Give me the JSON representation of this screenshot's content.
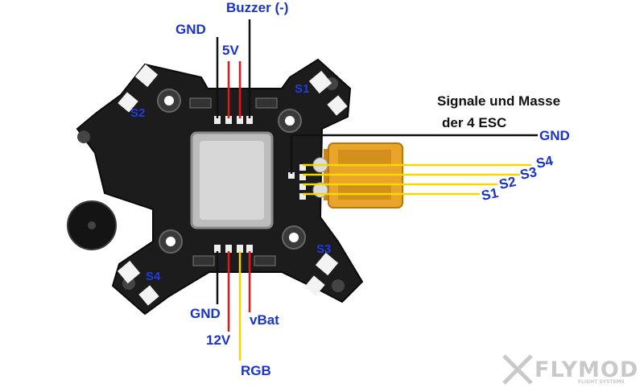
{
  "labels": {
    "buzzer_neg": "Buzzer (-)",
    "gnd_top": "GND",
    "five_v": "5V",
    "signal_title_1": "Signale und Masse",
    "signal_title_2": "der 4 ESC",
    "gnd_right": "GND",
    "s4_right": "S4",
    "s3_right": "S3",
    "s2_right": "S2",
    "s1_right": "S1",
    "gnd_bottom": "GND",
    "v12": "12V",
    "rgb": "RGB",
    "vbat": "vBat"
  },
  "board_labels": {
    "s1": "S1",
    "s2": "S2",
    "s3": "S3",
    "s4": "S4"
  },
  "watermark": {
    "brand": "FLYMOD",
    "tagline": "FLIGHT SYSTEMS"
  },
  "colors": {
    "wire_red": "#e8141c",
    "wire_yellow": "#f5d800",
    "wire_black": "#111111",
    "label_blue": "#1a33c8",
    "board": "#1e1e1e",
    "connector": "#e8a21c"
  }
}
